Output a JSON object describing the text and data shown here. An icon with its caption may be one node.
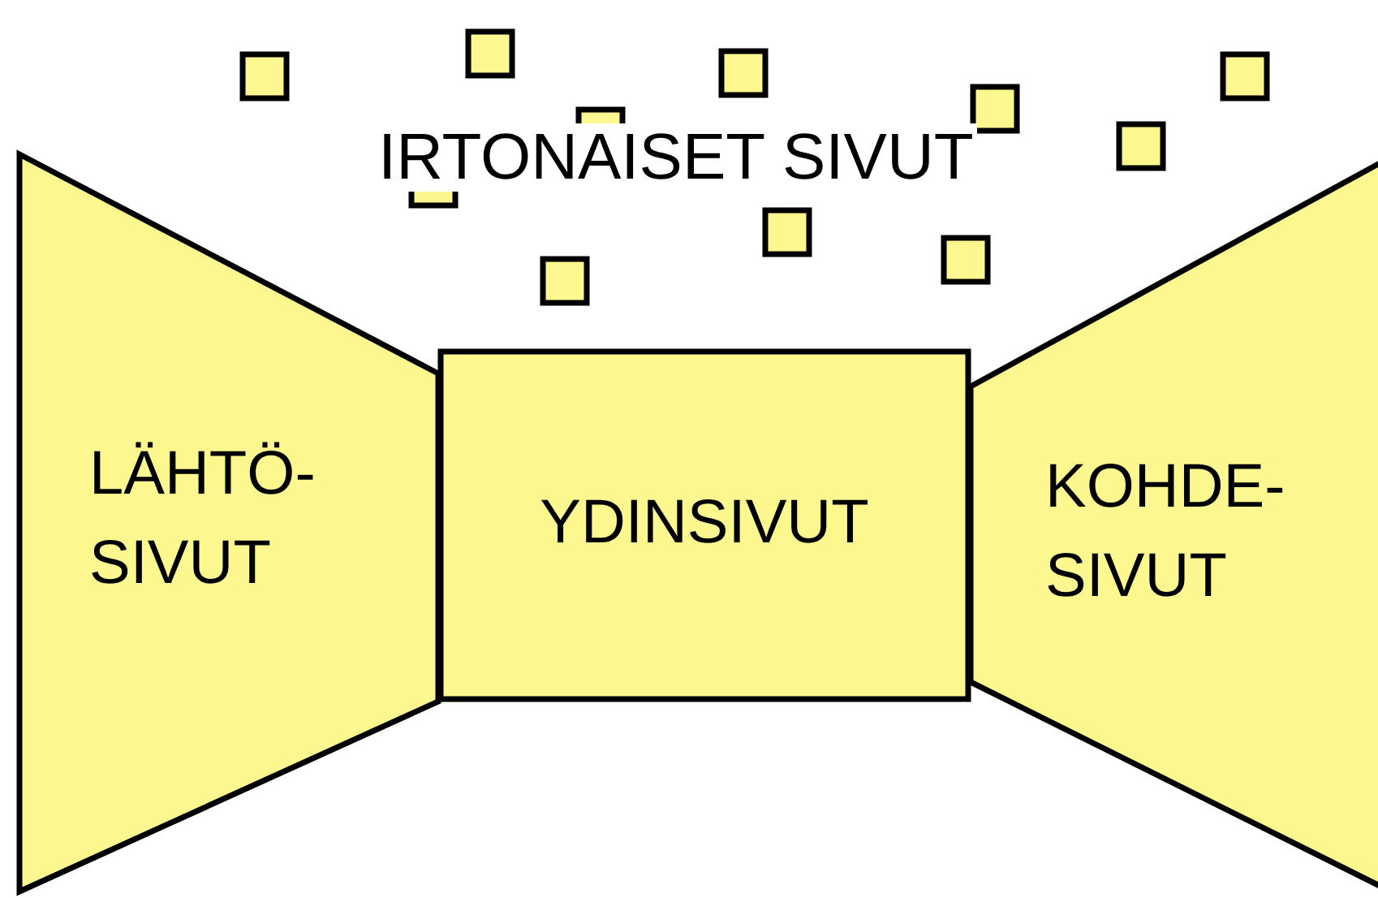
{
  "diagram": {
    "nodes": [
      {
        "text": [],
        "shape": "box"
      },
      {
        "text": [],
        "shape": "box"
      },
      {
        "text": [],
        "shape": "box"
      },
      {
        "text": [],
        "shape": "box"
      },
      {
        "text": [],
        "shape": "box"
      },
      {
        "text": [],
        "shape": "box"
      },
      {
        "text": [],
        "shape": "box"
      },
      {
        "text": [],
        "shape": "box"
      },
      {
        "text": [],
        "shape": "box"
      },
      {
        "text": [],
        "shape": "box"
      },
      {
        "text": [],
        "shape": "box"
      },
      {
        "text": [
          "LÄHTÖ- SIVUT"
        ]
      },
      {
        "text": [
          "YDINSIVUT"
        ]
      },
      {
        "text": [
          "KOHDE- SIVUT"
        ]
      }
    ],
    "edges": [],
    "labels": [
      "IRTONAISET SIVUT"
    ]
  }
}
